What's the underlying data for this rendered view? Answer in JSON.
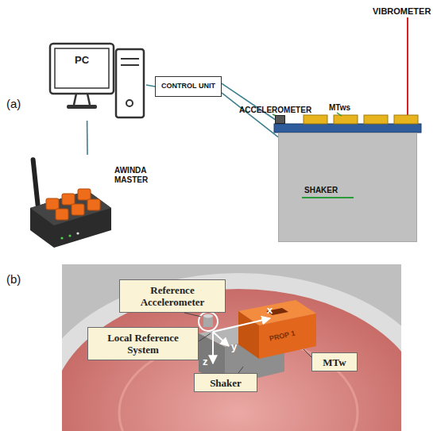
{
  "diagram": {
    "nodes": [
      {
        "text": [
          "PC"
        ]
      },
      {
        "text": [
          "CONTROL UNIT"
        ]
      },
      {
        "text": [
          "AWINDA MASTER"
        ]
      },
      {
        "text": [
          "ACCELEROMETER"
        ]
      },
      {
        "text": [
          "SHAKER"
        ]
      },
      {
        "text": [
          "Reference Accelerometer"
        ]
      },
      {
        "text": [
          "Local Reference System"
        ]
      },
      {
        "text": [
          "MTw"
        ]
      },
      {
        "text": [
          "Shaker"
        ]
      }
    ],
    "edges": [
      {
        "from": 0,
        "to": 1,
        "arrow": "none"
      },
      {
        "from": 0,
        "to": 2,
        "arrow": "none"
      },
      {
        "from": 1,
        "to": 3,
        "arrow": "none"
      },
      {
        "from": 1,
        "to": 4,
        "arrow": "none"
      }
    ],
    "labels": [
      "(a)",
      "VIBROMETER",
      "MTws",
      "(b)",
      "x",
      "y",
      "PROP 1",
      "z"
    ]
  }
}
